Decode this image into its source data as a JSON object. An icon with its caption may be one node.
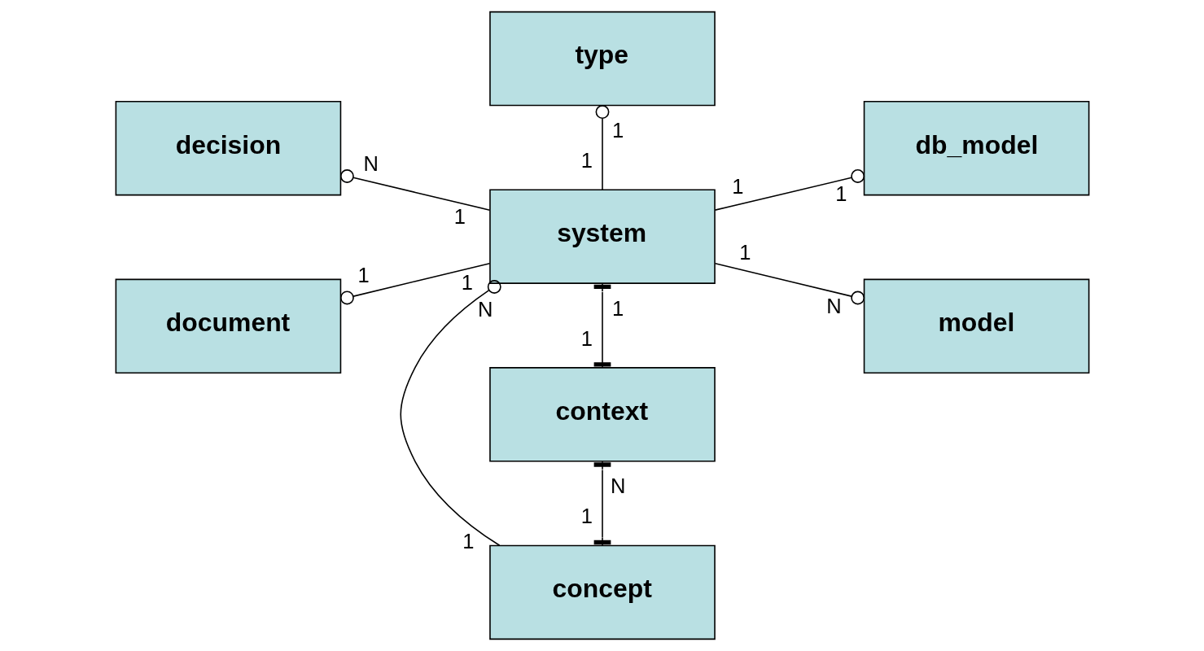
{
  "diagram": {
    "nodes": [
      {
        "text": [
          "type"
        ]
      },
      {
        "text": [
          "decision"
        ]
      },
      {
        "text": [
          "db_model"
        ]
      },
      {
        "text": [
          "system"
        ]
      },
      {
        "text": [
          "document"
        ]
      },
      {
        "text": [
          "model"
        ]
      },
      {
        "text": [
          "context"
        ]
      },
      {
        "text": [
          "concept"
        ]
      }
    ],
    "edges": [
      {
        "from": 3,
        "to": 0,
        "arrow": "other"
      },
      {
        "from": 3,
        "to": 1,
        "arrow": "other"
      },
      {
        "from": 3,
        "to": 2,
        "arrow": "other"
      },
      {
        "from": 3,
        "to": 4,
        "arrow": "other"
      },
      {
        "from": 3,
        "to": 5,
        "arrow": "other"
      },
      {
        "from": 3,
        "to": 6,
        "arrow": "other"
      },
      {
        "from": 3,
        "to": 7,
        "arrow": "other"
      },
      {
        "from": 6,
        "to": 7,
        "arrow": "other"
      }
    ],
    "labels": [
      "1",
      "1",
      "N",
      "1",
      "1",
      "1",
      "1",
      "1",
      "N",
      "1",
      "1",
      "N",
      "1",
      "1",
      "N",
      "1"
    ]
  }
}
